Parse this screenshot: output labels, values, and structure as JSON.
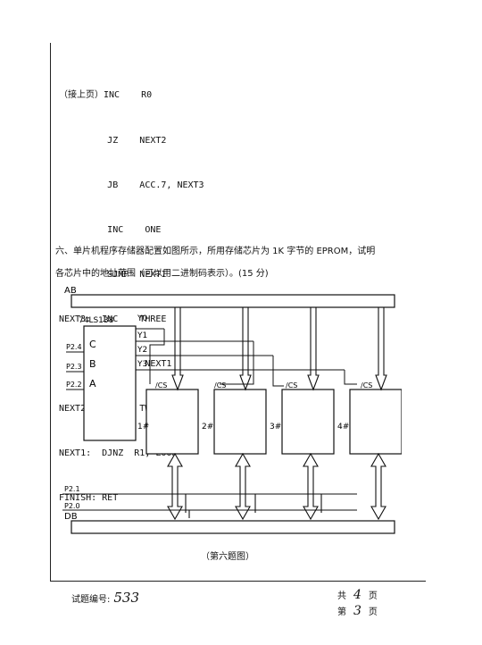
{
  "code_lines": [
    "（接上页）INC    R0",
    "         JZ    NEXT2",
    "         JB    ACC.7, NEXT3",
    "         INC    ONE",
    "         SJMP  NEXT1",
    "NEXT3:  INC    THREE",
    "         SJMP   NEXT1",
    "NEXT2:  INC    TWO",
    "NEXT1:  DJNZ  R1, LOOP",
    "FINISH: RET"
  ],
  "question": {
    "line1": "六、单片机程序存储器配置如图所示，所用存储芯片为 1K 字节的 EPROM，试明",
    "line2": "各芯片中的地址范围（可以用二进制码表示）。(15 分)"
  },
  "diagram": {
    "ab_label": "AB",
    "db_label": "DB",
    "decoder_label": "74LS138",
    "inputs": [
      "C",
      "B",
      "A"
    ],
    "pin_labels": [
      "P2.4",
      "P2.3",
      "P2.2"
    ],
    "outputs": [
      "Y0",
      "Y1",
      "Y2",
      "Y3"
    ],
    "cs_label": "/CS",
    "chips": [
      "1#",
      "2#",
      "3#",
      "4#"
    ],
    "p21_label": "P2.1",
    "p20_label": "P2.0"
  },
  "caption": "（第六题图）",
  "footer": {
    "code_label": "试题编号:",
    "code_value": "533",
    "total_prefix": "共",
    "total_value": "4",
    "total_suffix": "页",
    "page_prefix": "第",
    "page_value": "3",
    "page_suffix": "页"
  }
}
